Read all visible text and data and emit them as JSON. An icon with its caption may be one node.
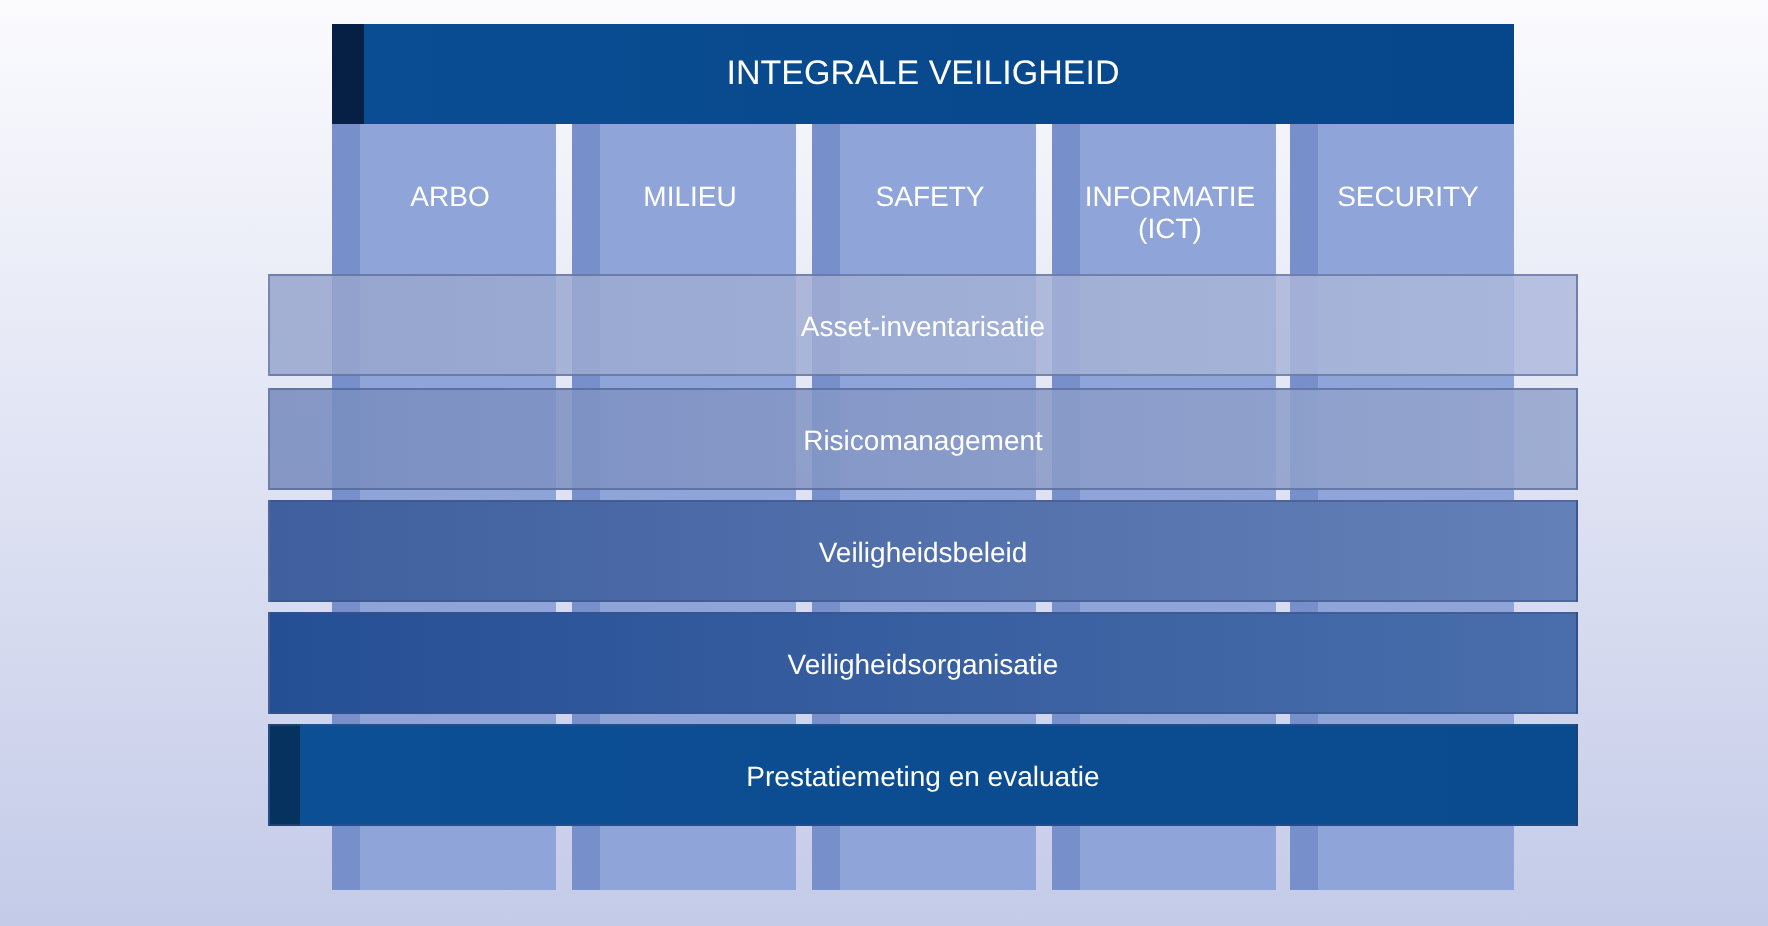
{
  "diagram": {
    "nodes": [
      {
        "text": [
          "INTEGRALE VEILIGHEID"
        ]
      },
      {
        "text": [
          "ARBO"
        ]
      },
      {
        "text": [
          "MILIEU"
        ]
      },
      {
        "text": [
          "SAFETY"
        ]
      },
      {
        "text": [
          "INFORMATIE (ICT)"
        ]
      },
      {
        "text": [
          "SECURITY"
        ]
      },
      {
        "text": [
          "Asset-inventarisatie"
        ]
      },
      {
        "text": [
          "Risicomanagement"
        ]
      },
      {
        "text": [
          "Veiligheidsbeleid"
        ]
      },
      {
        "text": [
          "Veiligheidsorganisatie"
        ]
      },
      {
        "text": [
          "Prestatiemeting en evaluatie"
        ]
      }
    ]
  }
}
